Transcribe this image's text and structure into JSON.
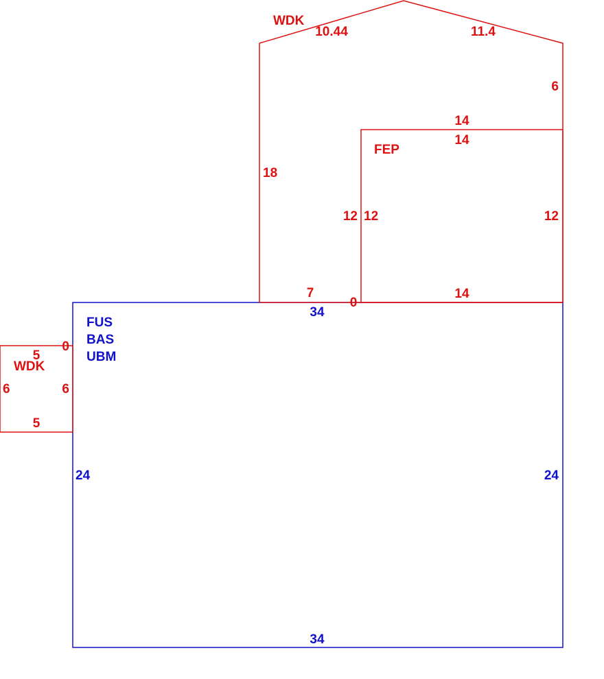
{
  "colors": {
    "red": "#dd1111",
    "blue": "#1111cc"
  },
  "main_area": {
    "codes": [
      "FUS",
      "BAS",
      "UBM"
    ],
    "top": "34",
    "bottom": "34",
    "left": "24",
    "right": "24"
  },
  "upper_wdk": {
    "code": "WDK",
    "roof_left": "10.44",
    "roof_right": "11.4",
    "right_wall": "6",
    "left_wall": "18",
    "base_segment": "7",
    "base_zero": "0"
  },
  "fep": {
    "code": "FEP",
    "top_outer": "14",
    "top_inner": "14",
    "left_outer": "12",
    "left_inner": "12",
    "right": "12",
    "bottom": "14"
  },
  "side_wdk": {
    "code": "WDK",
    "top": "5",
    "bottom": "5",
    "left": "6",
    "right": "6",
    "corner_zero": "0"
  }
}
